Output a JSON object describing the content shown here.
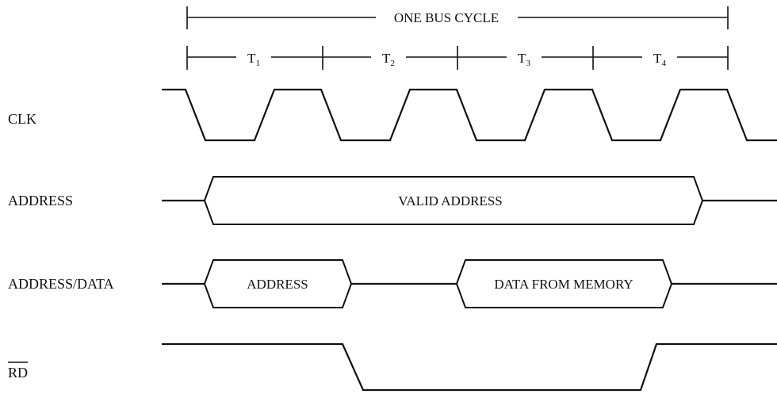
{
  "cycle": {
    "label": "ONE BUS CYCLE"
  },
  "states": [
    {
      "main": "T",
      "sub": "1"
    },
    {
      "main": "T",
      "sub": "2"
    },
    {
      "main": "T",
      "sub": "3"
    },
    {
      "main": "T",
      "sub": "4"
    }
  ],
  "signals": {
    "clk": "CLK",
    "address": "ADDRESS",
    "address_data": "ADDRESS/DATA",
    "rd": "RD"
  },
  "buses": {
    "valid_address": "VALID ADDRESS",
    "address": "ADDRESS",
    "data_from_memory": "DATA FROM MEMORY"
  }
}
